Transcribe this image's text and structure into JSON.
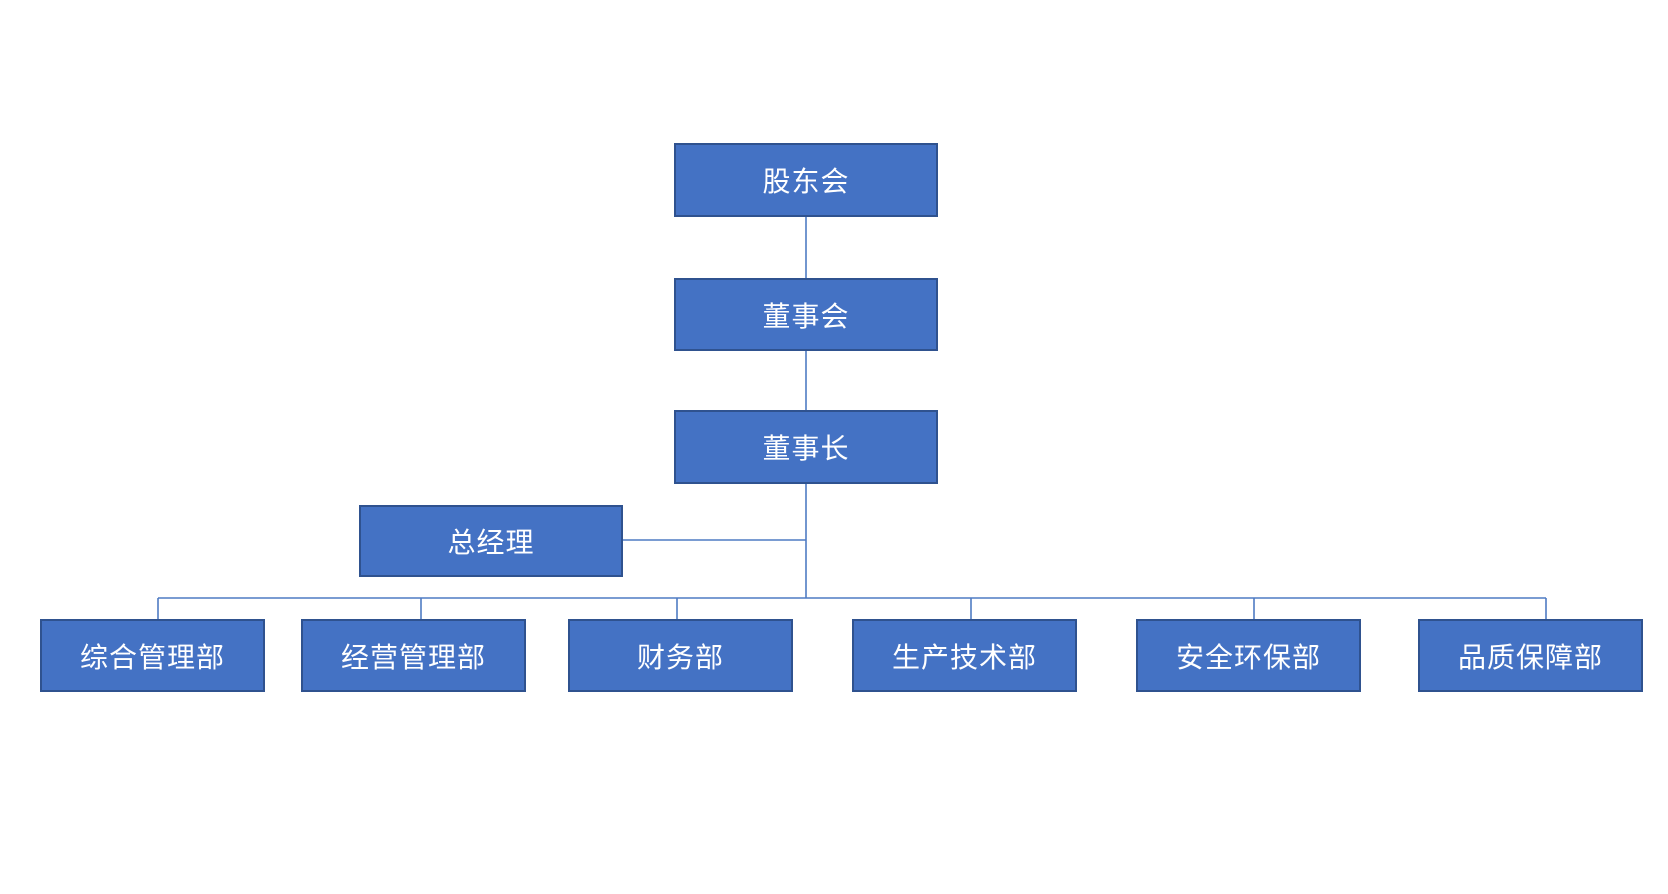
{
  "org_chart": {
    "shareholders": "股东会",
    "board": "董事会",
    "chairman": "董事长",
    "general_manager": "总经理",
    "departments": [
      "综合管理部",
      "经营管理部",
      "财务部",
      "生产技术部",
      "安全环保部",
      "品质保障部"
    ]
  },
  "colors": {
    "node_fill": "#4472c4",
    "node_border": "#2f528f",
    "connector": "#4f7bc3",
    "text": "#ffffff"
  }
}
